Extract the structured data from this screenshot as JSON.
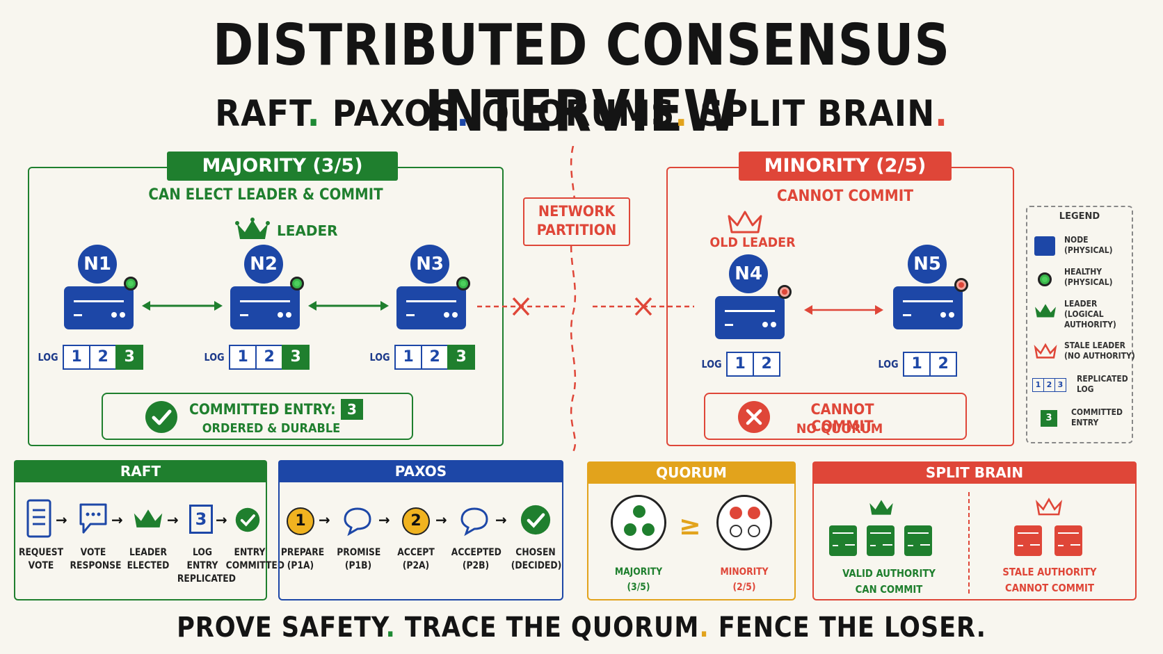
{
  "header": {
    "title": "DISTRIBUTED CONSENSUS INTERVIEW",
    "subtitle_parts": [
      "RAFT",
      "PAXOS",
      "QUORUMS",
      "SPLIT BRAIN"
    ],
    "subtitle_dot": "."
  },
  "majority": {
    "title": "MAJORITY (3/5)",
    "subtitle": "CAN ELECT LEADER & COMMIT",
    "leader_label": "LEADER",
    "nodes": [
      "N1",
      "N2",
      "N3"
    ],
    "log_label": "LOG",
    "log": [
      "1",
      "2",
      "3"
    ],
    "committed_title": "COMMITTED ENTRY:",
    "committed_value": "3",
    "committed_sub": "ORDERED & DURABLE"
  },
  "partition": {
    "line1": "NETWORK",
    "line2": "PARTITION"
  },
  "minority": {
    "title": "MINORITY (2/5)",
    "subtitle": "CANNOT COMMIT",
    "old_leader_label": "OLD LEADER",
    "nodes": [
      "N4",
      "N5"
    ],
    "log_label": "LOG",
    "log": [
      "1",
      "2"
    ],
    "fail_title": "CANNOT COMMIT",
    "fail_sub": "NO QUORUM"
  },
  "legend": {
    "title": "LEGEND",
    "items": [
      {
        "l1": "NODE",
        "l2": "(PHYSICAL)"
      },
      {
        "l1": "HEALTHY",
        "l2": "(PHYSICAL)"
      },
      {
        "l1": "LEADER",
        "l2": "(LOGICAL",
        "l3": "AUTHORITY)"
      },
      {
        "l1": "STALE LEADER",
        "l2": "(NO AUTHORITY)"
      },
      {
        "l1": "REPLICATED",
        "l2": "LOG"
      },
      {
        "l1": "COMMITTED",
        "l2": "ENTRY"
      }
    ],
    "log_cells": [
      "1",
      "2",
      "3"
    ],
    "committed_cell": "3"
  },
  "raft": {
    "title": "RAFT",
    "steps": [
      {
        "l1": "REQUEST",
        "l2": "VOTE"
      },
      {
        "l1": "VOTE",
        "l2": "RESPONSE"
      },
      {
        "l1": "LEADER",
        "l2": "ELECTED"
      },
      {
        "l1": "LOG ENTRY",
        "l2": "REPLICATED"
      },
      {
        "l1": "ENTRY",
        "l2": "COMMITTED"
      }
    ],
    "log_icon_value": "3"
  },
  "paxos": {
    "title": "PAXOS",
    "steps": [
      {
        "l1": "PREPARE",
        "l2": "(P1A)"
      },
      {
        "l1": "PROMISE",
        "l2": "(P1B)"
      },
      {
        "l1": "ACCEPT",
        "l2": "(P2A)"
      },
      {
        "l1": "ACCEPTED",
        "l2": "(P2B)"
      },
      {
        "l1": "CHOSEN",
        "l2": "(DECIDED)"
      }
    ],
    "num1": "1",
    "num2": "2"
  },
  "quorum": {
    "title": "QUORUM",
    "left_l1": "MAJORITY",
    "left_l2": "(3/5)",
    "symbol": "≥",
    "right_l1": "MINORITY",
    "right_l2": "(2/5)"
  },
  "split_brain": {
    "title": "SPLIT BRAIN",
    "left_l1": "VALID AUTHORITY",
    "left_l2": "CAN COMMIT",
    "right_l1": "STALE AUTHORITY",
    "right_l2": "CANNOT COMMIT"
  },
  "footer": {
    "parts": [
      "PROVE SAFETY",
      "TRACE THE QUORUM",
      "FENCE THE LOSER"
    ],
    "dot": "."
  },
  "colors": {
    "green": "#1f7f2e",
    "blue": "#1d47a7",
    "yellow": "#e2a31c",
    "red": "#df4638",
    "background": "#f8f6ef"
  }
}
